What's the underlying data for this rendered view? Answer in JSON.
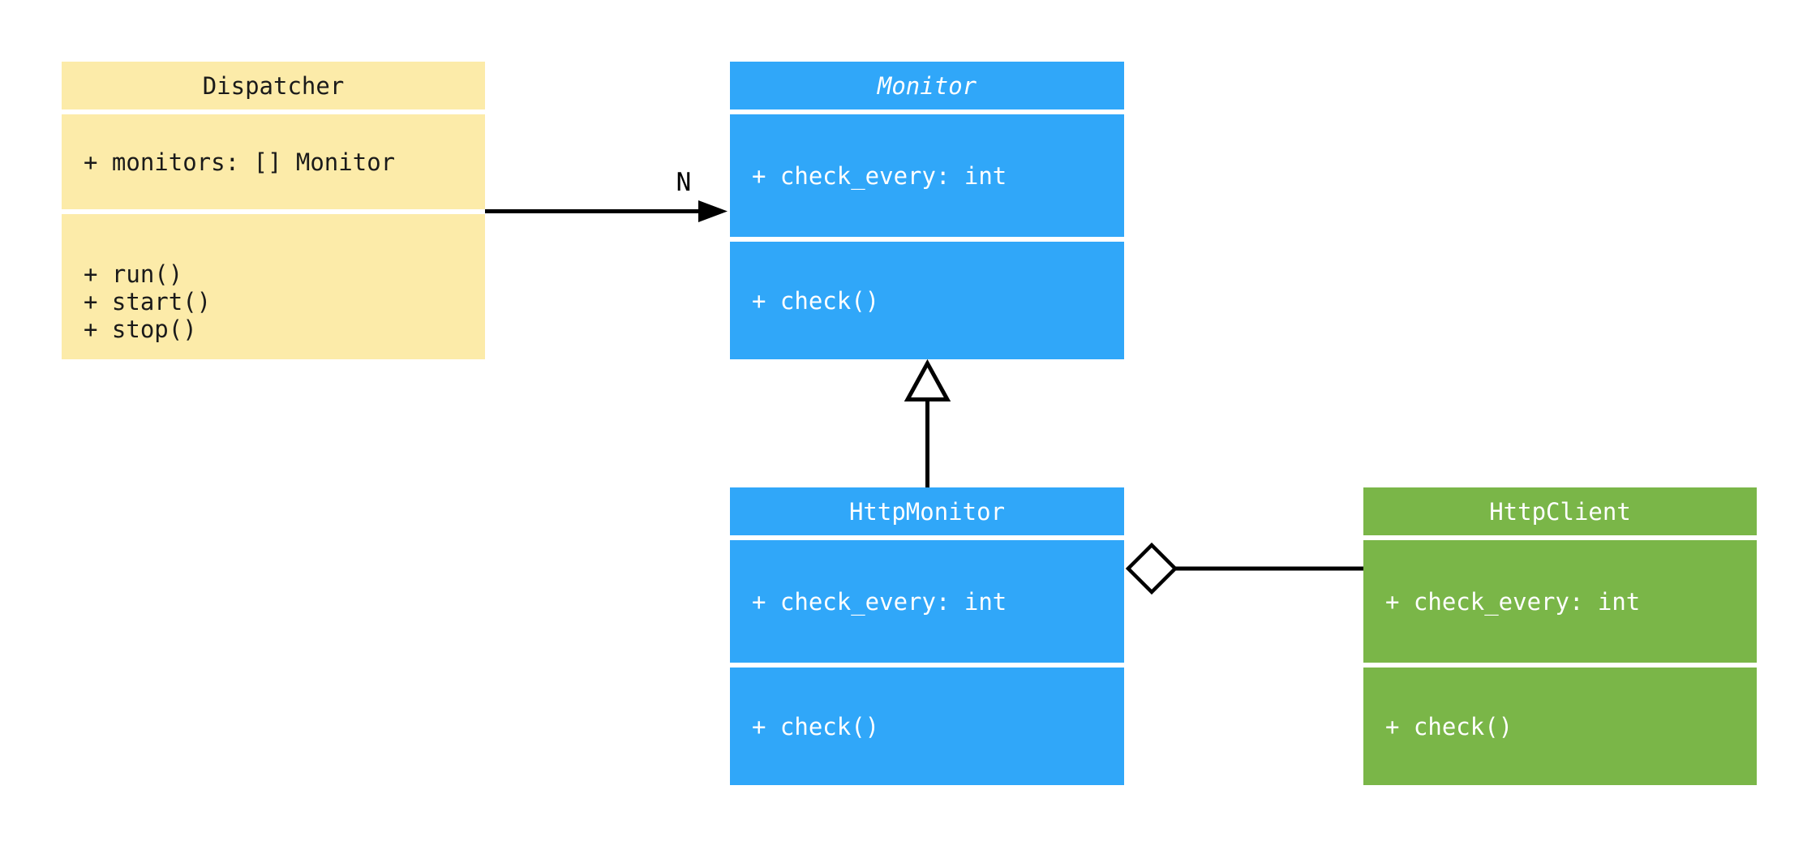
{
  "diagram": {
    "kind": "uml-class-diagram",
    "background_color": "#ffffff",
    "connector_color": "#000000",
    "classes": [
      {
        "name": "Dispatcher",
        "abstract": false,
        "fill": "#fceba9",
        "text_color": "#1a1a1a",
        "attributes": [
          "+ monitors: [] Monitor"
        ],
        "methods": [
          "+ run()",
          "+ start()",
          "+ stop()"
        ]
      },
      {
        "name": "Monitor",
        "abstract": true,
        "fill": "#30a7f9",
        "text_color": "#ffffff",
        "attributes": [
          "+ check_every: int"
        ],
        "methods": [
          "+ check()"
        ]
      },
      {
        "name": "HttpMonitor",
        "abstract": false,
        "fill": "#30a7f9",
        "text_color": "#ffffff",
        "attributes": [
          "+ check_every: int"
        ],
        "methods": [
          "+ check()"
        ]
      },
      {
        "name": "HttpClient",
        "abstract": false,
        "fill": "#7ab648",
        "text_color": "#ffffff",
        "attributes": [
          "+ check_every: int"
        ],
        "methods": [
          "+ check()"
        ]
      }
    ],
    "relationships": [
      {
        "type": "association",
        "from": "Dispatcher",
        "to": "Monitor",
        "multiplicity_label": "N"
      },
      {
        "type": "generalization",
        "from": "HttpMonitor",
        "to": "Monitor"
      },
      {
        "type": "aggregation",
        "from": "HttpMonitor",
        "to": "HttpClient"
      }
    ]
  }
}
